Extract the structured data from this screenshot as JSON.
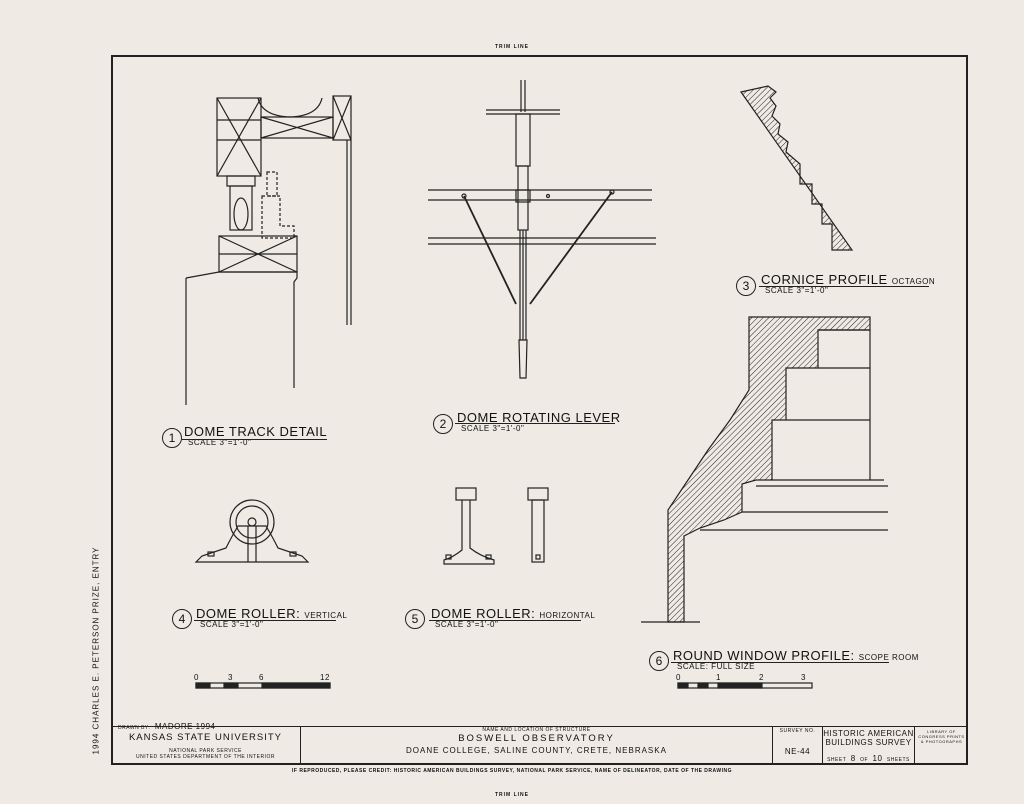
{
  "trim_top": "TRIM LINE",
  "trim_bottom": "TRIM LINE",
  "side_note": "1994 CHARLES E. PETERSON PRIZE, ENTRY",
  "drawings": [
    {
      "number": "1",
      "title": "DOME TRACK DETAIL",
      "subtitle": "",
      "scale": "SCALE 3\"=1'-0\""
    },
    {
      "number": "2",
      "title": "DOME ROTATING LEVER",
      "subtitle": "",
      "scale": "SCALE 3\"=1'-0\""
    },
    {
      "number": "3",
      "title": "CORNICE PROFILE",
      "subtitle": "OCTAGON",
      "scale": "SCALE 3\"=1'-0\""
    },
    {
      "number": "4",
      "title": "DOME ROLLER:",
      "subtitle": "VERTICAL",
      "scale": "SCALE 3\"=1'-0\""
    },
    {
      "number": "5",
      "title": "DOME ROLLER:",
      "subtitle": "HORIZONTAL",
      "scale": "SCALE 3\"=1'-0\""
    },
    {
      "number": "6",
      "title": "ROUND WINDOW PROFILE:",
      "subtitle": "SCOPE ROOM",
      "scale": "SCALE: FULL SIZE"
    }
  ],
  "scale_bar_1": {
    "labels": [
      "0",
      "3",
      "6",
      "12"
    ]
  },
  "scale_bar_2": {
    "labels": [
      "0",
      "1",
      "2",
      "3"
    ]
  },
  "title_block": {
    "drawn_by_label": "DRAWN BY:",
    "drawn_by": "MADORE 1994",
    "university": "KANSAS STATE UNIVERSITY",
    "agency_1": "NATIONAL PARK SERVICE",
    "agency_2": "UNITED STATES DEPARTMENT OF THE INTERIOR",
    "structure_label": "NAME AND LOCATION OF STRUCTURE",
    "structure_name": "BOSWELL OBSERVATORY",
    "structure_location": "DOANE COLLEGE, SALINE COUNTY, CRETE, NEBRASKA",
    "survey_label": "SURVEY NO.",
    "survey_no": "NE-44",
    "program_1": "HISTORIC AMERICAN",
    "program_2": "BUILDINGS SURVEY",
    "sheet_label": "SHEET",
    "sheet_no": "8",
    "of_label": "OF",
    "total_sheets": "10",
    "sheets_label": "SHEETS",
    "library_note": "LIBRARY OF CONGRESS PRINTS & PHOTOGRAPHS"
  },
  "credit": "IF REPRODUCED, PLEASE CREDIT: HISTORIC AMERICAN BUILDINGS SURVEY, NATIONAL PARK SERVICE, NAME OF DELINEATOR, DATE OF THE DRAWING"
}
